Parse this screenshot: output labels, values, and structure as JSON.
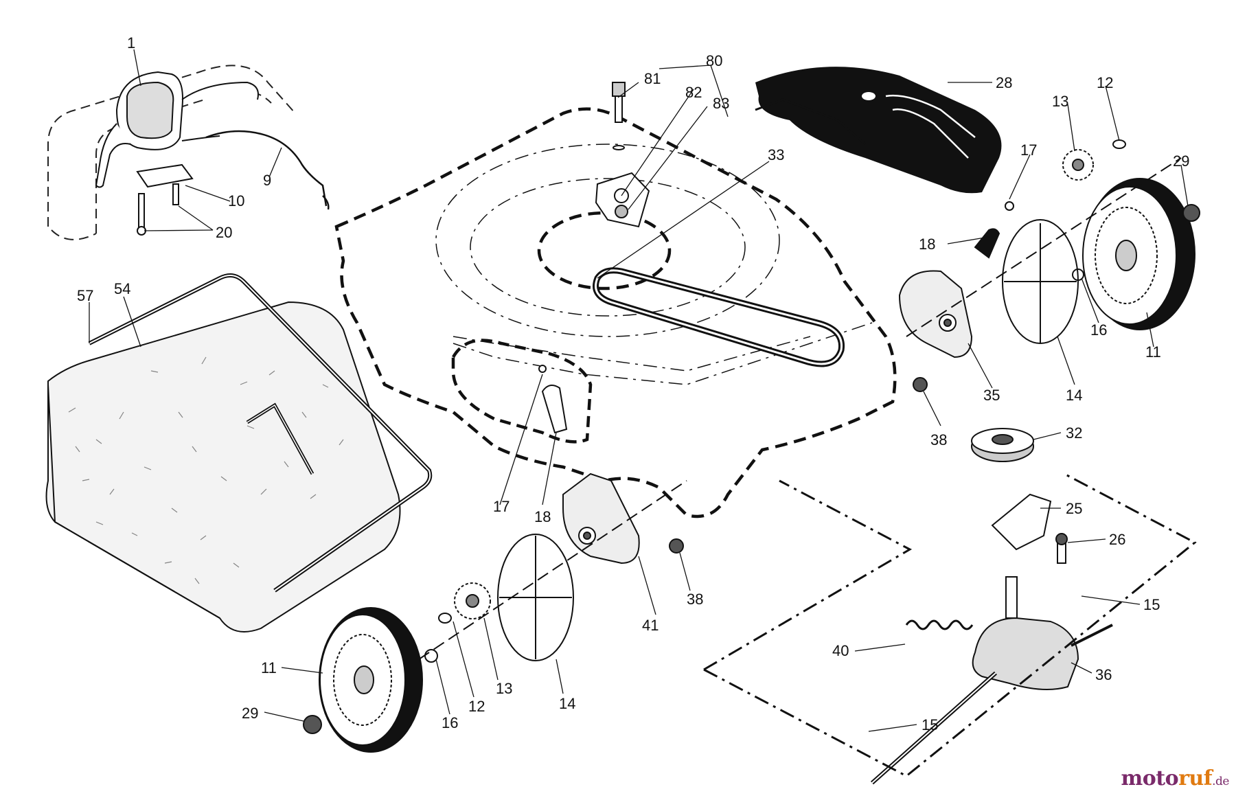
{
  "diagram": {
    "callouts": [
      {
        "id": "c1",
        "text": "1"
      },
      {
        "id": "c9",
        "text": "9"
      },
      {
        "id": "c10",
        "text": "10"
      },
      {
        "id": "c20",
        "text": "20"
      },
      {
        "id": "c57",
        "text": "57"
      },
      {
        "id": "c54",
        "text": "54"
      },
      {
        "id": "c80",
        "text": "80"
      },
      {
        "id": "c81",
        "text": "81"
      },
      {
        "id": "c82",
        "text": "82"
      },
      {
        "id": "c83",
        "text": "83"
      },
      {
        "id": "c28",
        "text": "28"
      },
      {
        "id": "c33",
        "text": "33"
      },
      {
        "id": "c13a",
        "text": "13"
      },
      {
        "id": "c12a",
        "text": "12"
      },
      {
        "id": "c17a",
        "text": "17"
      },
      {
        "id": "c29a",
        "text": "29"
      },
      {
        "id": "c18a",
        "text": "18"
      },
      {
        "id": "c16a",
        "text": "16"
      },
      {
        "id": "c11a",
        "text": "11"
      },
      {
        "id": "c35",
        "text": "35"
      },
      {
        "id": "c14a",
        "text": "14"
      },
      {
        "id": "c38a",
        "text": "38"
      },
      {
        "id": "c32",
        "text": "32"
      },
      {
        "id": "c25",
        "text": "25"
      },
      {
        "id": "c26",
        "text": "26"
      },
      {
        "id": "c15a",
        "text": "15"
      },
      {
        "id": "c36",
        "text": "36"
      },
      {
        "id": "c40",
        "text": "40"
      },
      {
        "id": "c15b",
        "text": "15"
      },
      {
        "id": "c17b",
        "text": "17"
      },
      {
        "id": "c18b",
        "text": "18"
      },
      {
        "id": "c38b",
        "text": "38"
      },
      {
        "id": "c41",
        "text": "41"
      },
      {
        "id": "c14b",
        "text": "14"
      },
      {
        "id": "c13b",
        "text": "13"
      },
      {
        "id": "c12b",
        "text": "12"
      },
      {
        "id": "c16b",
        "text": "16"
      },
      {
        "id": "c11b",
        "text": "11"
      },
      {
        "id": "c29b",
        "text": "29"
      }
    ]
  },
  "watermark": {
    "part1": "moto",
    "part2": "ruf",
    "part3": ".de"
  }
}
